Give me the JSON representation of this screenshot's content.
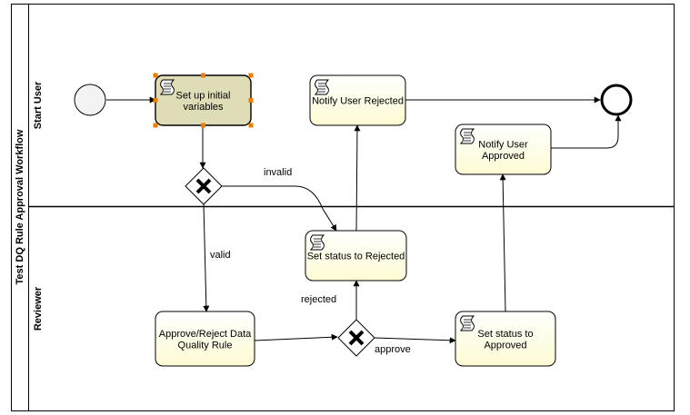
{
  "pool": {
    "title": "Test DQ Rule Approval Workflow",
    "lanes": [
      {
        "id": "start-user",
        "label": "Start User"
      },
      {
        "id": "reviewer",
        "label": "Reviewer"
      }
    ]
  },
  "tasks": [
    {
      "id": "setup-variables",
      "lines": [
        "Set up initial",
        "variables"
      ],
      "type": "script",
      "selected": true
    },
    {
      "id": "notify-rejected",
      "lines": [
        "Notify User Rejected"
      ],
      "type": "script",
      "selected": false
    },
    {
      "id": "notify-approved",
      "lines": [
        "Notify User",
        "Approved"
      ],
      "type": "script",
      "selected": false
    },
    {
      "id": "set-rejected",
      "lines": [
        "Set status to Rejected"
      ],
      "type": "script",
      "selected": false
    },
    {
      "id": "review-rule",
      "lines": [
        "Approve/Reject Data",
        "Quality Rule"
      ],
      "type": "user",
      "selected": false
    },
    {
      "id": "set-approved",
      "lines": [
        "Set status to",
        "Approved"
      ],
      "type": "script",
      "selected": false
    }
  ],
  "flow_labels": {
    "invalid": "invalid",
    "valid": "valid",
    "rejected": "rejected",
    "approve": "approve"
  },
  "colors": {
    "task_fill_top": "#ffffff",
    "task_fill_bottom": "#fefbd3",
    "selected_fill": "#deddb7",
    "selection_handle": "#f07d00",
    "stroke": "#000000"
  }
}
